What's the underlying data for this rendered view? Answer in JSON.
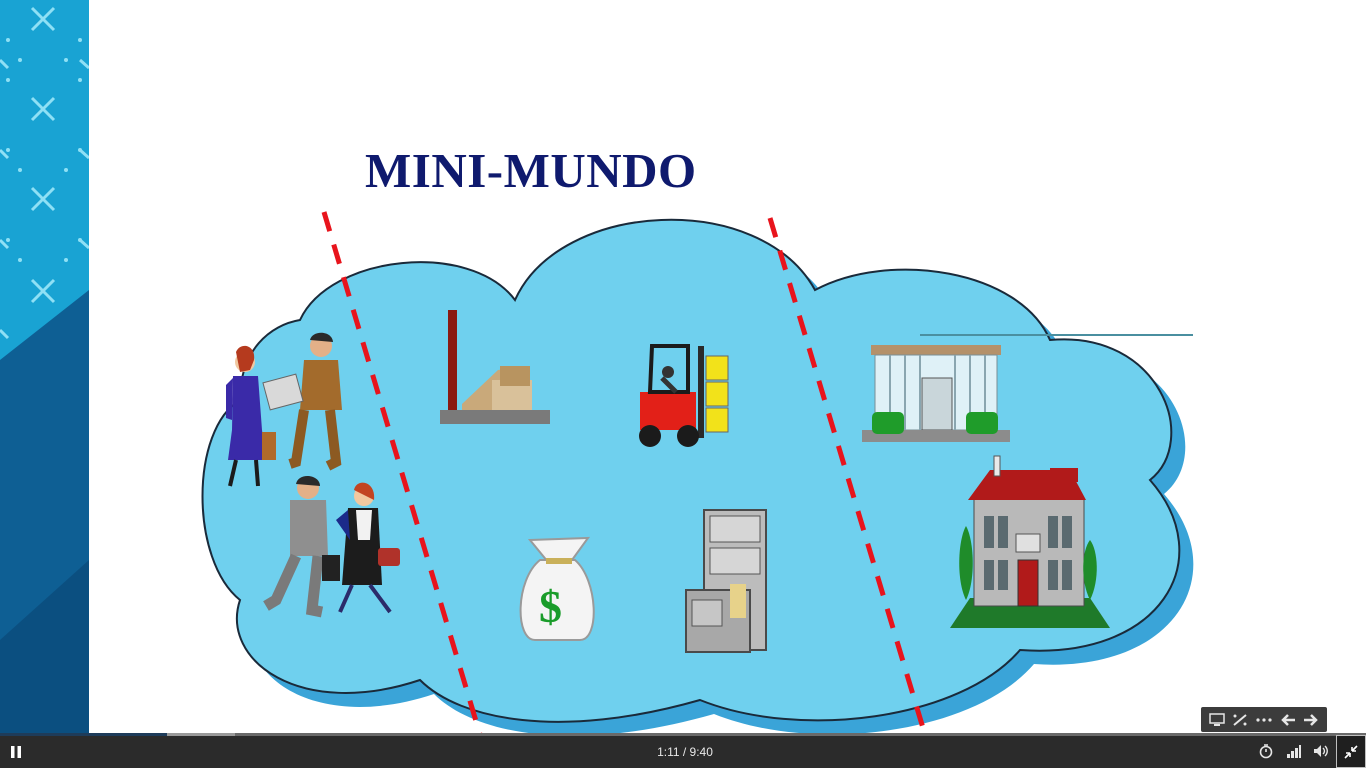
{
  "slide": {
    "title": "MINI-MUNDO",
    "colors": {
      "cloud_fill": "#6fd0ee",
      "cloud_shadow": "#3aa4d8",
      "divider": "#e8141c",
      "title": "#0f1a6e"
    },
    "clipart": [
      "business-people-icon",
      "factory-icon",
      "forklift-icon",
      "store-building-icon",
      "money-bag-icon",
      "file-cabinet-icon",
      "house-icon"
    ]
  },
  "slide_toolbar": {
    "items": [
      "screen-icon",
      "pen-icon",
      "more-icon",
      "previous-arrow-icon",
      "next-arrow-icon"
    ]
  },
  "player": {
    "time": "1:11 / 9:40",
    "progress_played": 0.122,
    "progress_buffered": 0.172,
    "controls": [
      "pause-icon",
      "timer-icon",
      "signal-icon",
      "volume-icon",
      "exit-fullscreen-icon"
    ]
  }
}
